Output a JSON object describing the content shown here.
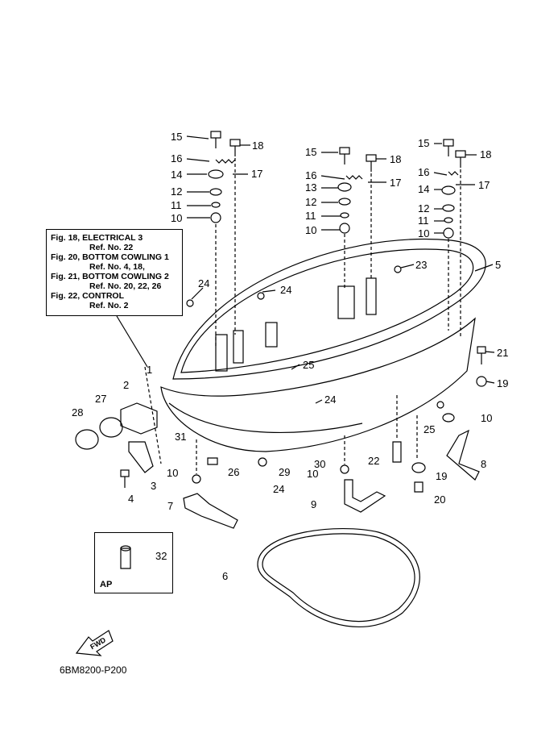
{
  "reference_box": {
    "lines": [
      {
        "fig": "Fig. 18, ELECTRICAL 3",
        "ref": "Ref. No. 22"
      },
      {
        "fig": "Fig. 20, BOTTOM COWLING 1",
        "ref": "Ref. No. 4, 18,"
      },
      {
        "fig": "Fig. 21, BOTTOM COWLING 2",
        "ref": "Ref. No. 20, 22, 26"
      },
      {
        "fig": "Fig. 22, CONTROL",
        "ref": "Ref. No. 2"
      }
    ]
  },
  "ap_label": "AP",
  "fwd_label": "FWD",
  "drawing_code": "6BM8200-P200",
  "callouts": [
    "15",
    "18",
    "16",
    "17",
    "14",
    "12",
    "11",
    "10",
    "15",
    "18",
    "16",
    "17",
    "13",
    "12",
    "11",
    "10",
    "15",
    "18",
    "16",
    "17",
    "14",
    "12",
    "11",
    "10",
    "24",
    "24",
    "23",
    "5",
    "21",
    "19",
    "25",
    "24",
    "10",
    "25",
    "8",
    "19",
    "20",
    "22",
    "10",
    "9",
    "30",
    "29",
    "26",
    "24",
    "10",
    "7",
    "2",
    "27",
    "28",
    "31",
    "3",
    "4",
    "1",
    "32",
    "6"
  ]
}
